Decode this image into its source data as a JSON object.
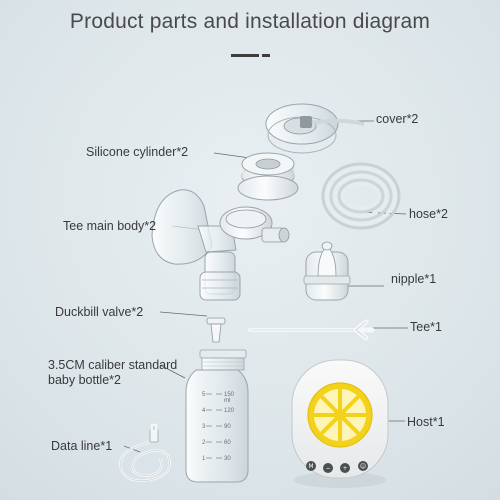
{
  "title": "Product parts and installation diagram",
  "labels": {
    "cover": "cover*2",
    "silicone_cylinder": "Silicone cylinder*2",
    "hose": "hose*2",
    "tee_main_body": "Tee main body*2",
    "nipple": "nipple*1",
    "duckbill_valve": "Duckbill valve*2",
    "tee": "Tee*1",
    "bottle_line1": "3.5CM caliber standard",
    "bottle_line2": "baby bottle*2",
    "host": "Host*1",
    "data_line": "Data line*1"
  },
  "bottle_scale": {
    "ml_marks": [
      "150",
      "120",
      "90",
      "60",
      "30"
    ],
    "oz_marks": [
      "5",
      "4",
      "3",
      "2",
      "1"
    ],
    "unit_ml": "ml"
  },
  "host_buttons": [
    "M",
    "−",
    "+",
    "☺"
  ],
  "colors": {
    "background": "#dfe7eb",
    "text": "#3a3a3a",
    "accent_yellow": "#f2d21b",
    "leader_line": "#6a6a6a"
  }
}
